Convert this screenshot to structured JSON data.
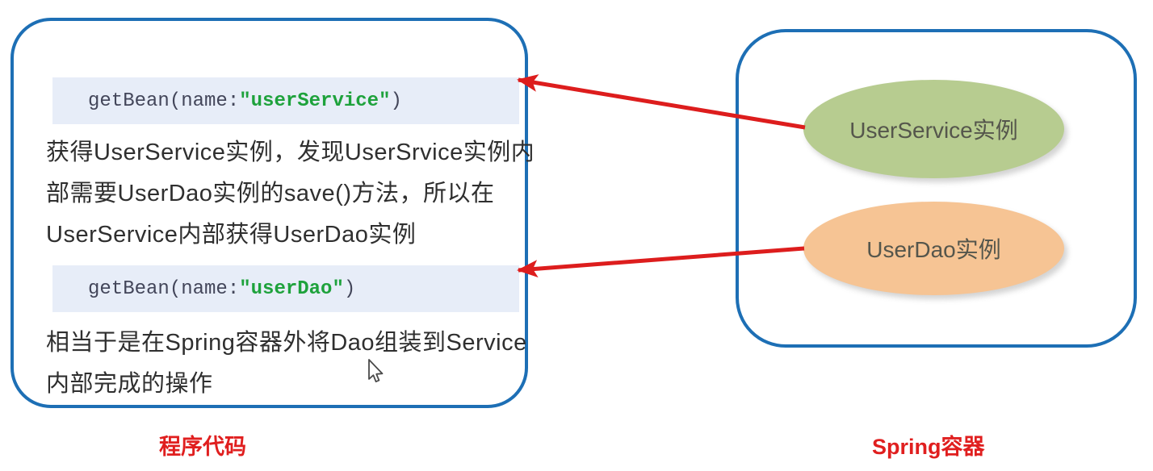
{
  "diagram_title": "Spring getBean wiring diagram",
  "left_panel": {
    "label": "程序代码",
    "code_blocks": [
      {
        "prefix": "getBean(name:",
        "string": "\"userService\"",
        "suffix": ")"
      },
      {
        "prefix": "getBean(name:",
        "string": "\"userDao\"",
        "suffix": ")"
      }
    ],
    "paragraph1_lines": [
      "获得UserService实例，发现UserSrvice实例内",
      "部需要UserDao实例的save()方法，所以在",
      "UserService内部获得UserDao实例"
    ],
    "paragraph2_lines": [
      "相当于是在Spring容器外将Dao组装到Service",
      "内部完成的操作"
    ]
  },
  "right_panel": {
    "label": "Spring容器",
    "ellipses": [
      {
        "text": "UserService实例",
        "color": "#b7cc90"
      },
      {
        "text": "UserDao实例",
        "color": "#f6c494"
      }
    ]
  },
  "colors": {
    "panel_border_blue": "#1d6fb5",
    "arrow_red": "#dd1d1d",
    "caption_red": "#e01f1f",
    "code_background": "#e7edf8",
    "code_text": "#43465a",
    "code_string_green": "#1ea23c",
    "body_text": "#2f2f2f",
    "ellipse_green": "#b7cc90",
    "ellipse_orange": "#f6c494"
  },
  "icons": {
    "cursor": "mouse-pointer-arrow"
  }
}
